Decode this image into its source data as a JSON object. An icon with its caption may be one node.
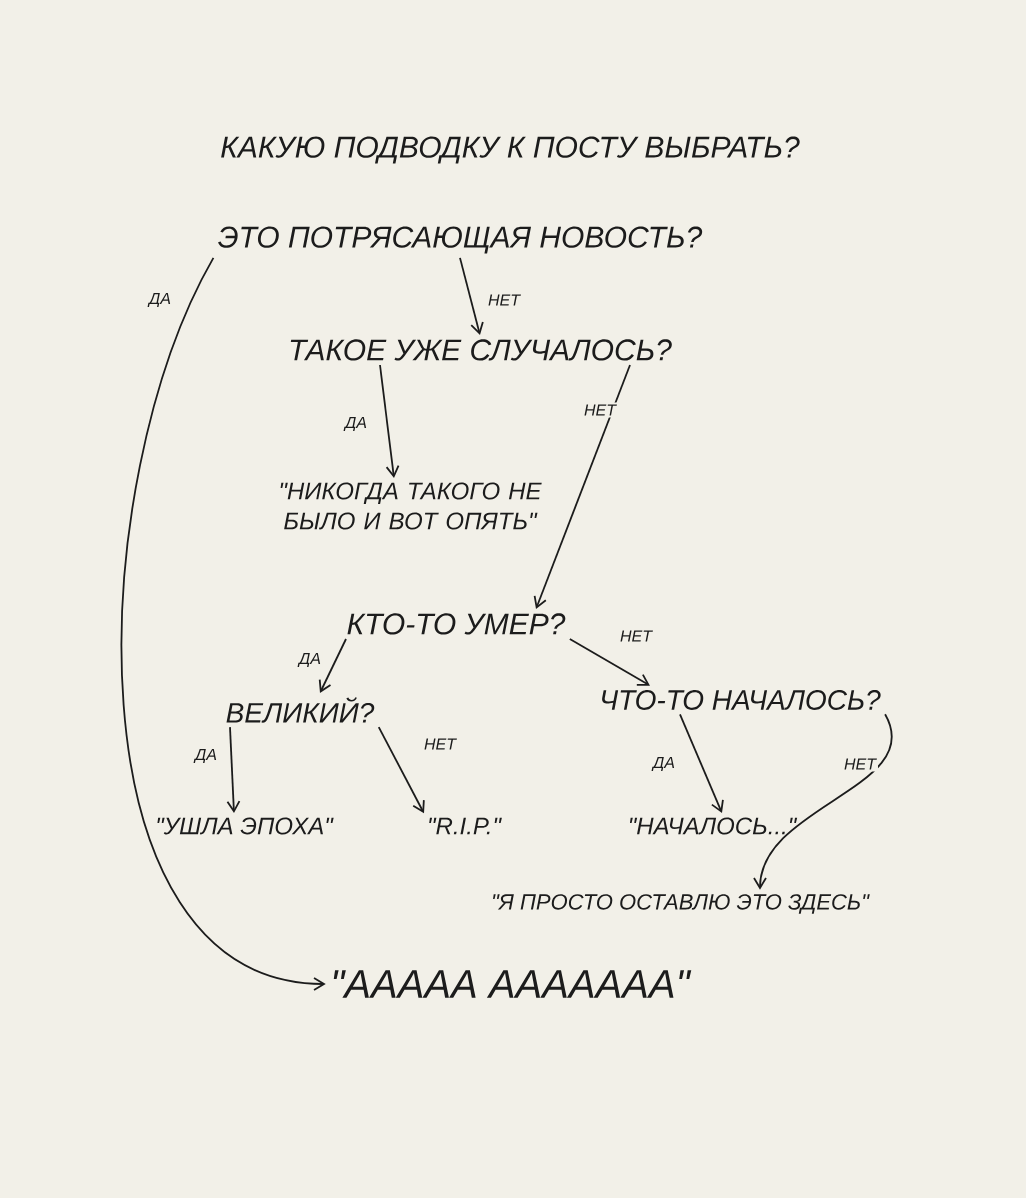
{
  "diagram": {
    "title": "КАКУЮ ПОДВОДКУ К ПОСТУ ВЫБРАТЬ?",
    "nodes": [
      {
        "text": [
          "ЭТО ПОТРЯСАЮЩАЯ НОВОСТЬ?"
        ]
      },
      {
        "text": [
          "ТАКОЕ УЖЕ СЛУЧАЛОСЬ?"
        ]
      },
      {
        "text": [
          "\"НИКОГДА ТАКОГО НЕ БЫЛО И ВОТ ОПЯТЬ\""
        ]
      },
      {
        "text": [
          "КТО-ТО УМЕР?"
        ]
      },
      {
        "text": [
          "ВЕЛИКИЙ?"
        ]
      },
      {
        "text": [
          "ЧТО-ТО НАЧАЛОСЬ?"
        ]
      },
      {
        "text": [
          "\"УШЛА ЭПОХА\""
        ]
      },
      {
        "text": [
          "\"R.I.P.\""
        ]
      },
      {
        "text": [
          "\"НАЧАЛОСЬ...\""
        ]
      },
      {
        "text": [
          "\"Я ПРОСТО ОСТАВЛЮ ЭТО ЗДЕСЬ\""
        ]
      },
      {
        "text": [
          "\"ААААА ААААААА\""
        ]
      }
    ],
    "edges": [
      {
        "from": 0,
        "to": 10,
        "arrow": "to",
        "label": "ДА"
      },
      {
        "from": 0,
        "to": 1,
        "arrow": "to",
        "label": "НЕТ"
      },
      {
        "from": 1,
        "to": 2,
        "arrow": "to",
        "label": "ДА"
      },
      {
        "from": 1,
        "to": 3,
        "arrow": "to",
        "label": "НЕТ"
      },
      {
        "from": 3,
        "to": 4,
        "arrow": "to",
        "label": "ДА"
      },
      {
        "from": 3,
        "to": 5,
        "arrow": "to",
        "label": "НЕТ"
      },
      {
        "from": 4,
        "to": 6,
        "arrow": "to",
        "label": "ДА"
      },
      {
        "from": 4,
        "to": 7,
        "arrow": "to",
        "label": "НЕТ"
      },
      {
        "from": 5,
        "to": 8,
        "arrow": "to",
        "label": "ДА"
      },
      {
        "from": 5,
        "to": 9,
        "arrow": "to",
        "label": "НЕТ"
      }
    ]
  }
}
